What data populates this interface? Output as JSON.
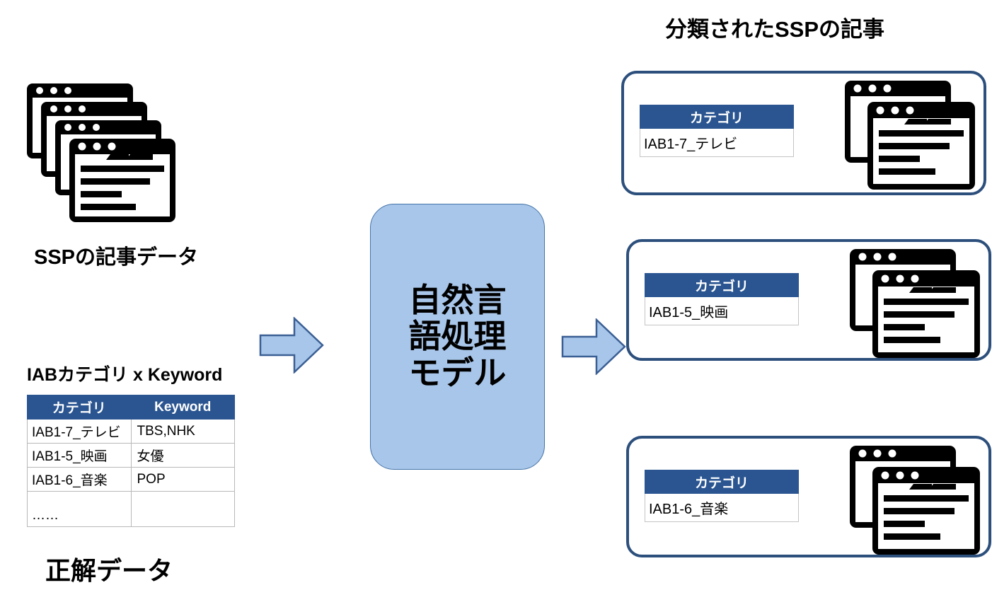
{
  "diagram": {
    "title_right": "分類されたSSPの記事",
    "label_input_docs": "SSPの記事データ",
    "label_table_heading": "IABカテゴリ x Keyword",
    "label_ground_truth": "正解データ",
    "model_box_text": "自然言語処理モデル",
    "colors": {
      "header_blue": "#2a5591",
      "card_border_navy": "#2c4f7c",
      "model_fill_light_blue": "#a8c6ea",
      "model_border_blue": "#4574a8",
      "arrow_fill": "#a8c6ea",
      "arrow_stroke": "#3a5f94",
      "icon_black": "#000000",
      "table_grid": "#b8b8b8"
    },
    "icons": {
      "input_stack": "document-stack-icon",
      "result_stack": "document-stack-icon",
      "arrow": "arrow-right-icon"
    }
  },
  "ground_truth_table": {
    "headers": [
      "カテゴリ",
      "Keyword"
    ],
    "rows": [
      {
        "category": "IAB1-7_テレビ",
        "keyword": "TBS,NHK"
      },
      {
        "category": "IAB1-5_映画",
        "keyword": "女優"
      },
      {
        "category": "IAB1-6_音楽",
        "keyword": "POP"
      },
      {
        "category": "……",
        "keyword": ""
      }
    ]
  },
  "result_cards": [
    {
      "header": "カテゴリ",
      "category": "IAB1-7_テレビ"
    },
    {
      "header": "カテゴリ",
      "category": "IAB1-5_映画"
    },
    {
      "header": "カテゴリ",
      "category": "IAB1-6_音楽"
    }
  ]
}
